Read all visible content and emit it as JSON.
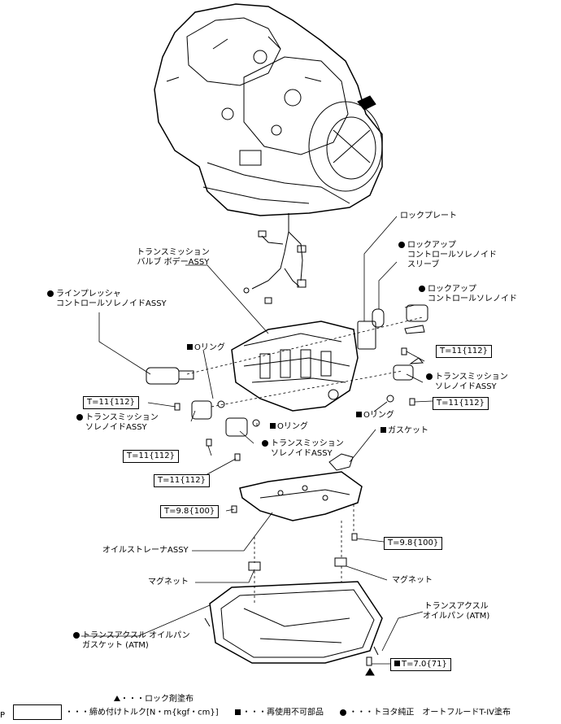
{
  "labels": {
    "lock_plate": "ロックプレート",
    "lockup_sleeve": [
      "ロックアップ",
      "コントロールソレノイド",
      "スリーブ"
    ],
    "valve_body": [
      "トランスミッション",
      "バルブ ボデーASSY"
    ],
    "lockup_solenoid": [
      "ロックアップ",
      "コントロールソレノイド"
    ],
    "line_pressure": [
      "ラインプレッシャ",
      "コントロールソレノイドASSY"
    ],
    "oring_1": "Oリング",
    "trans_solenoid_right": [
      "トランスミッション",
      "ソレノイドASSY"
    ],
    "trans_solenoid_left": [
      "トランスミッション",
      "ソレノイドASSY"
    ],
    "oring_2": "Oリング",
    "oring_3": "Oリング",
    "trans_solenoid_mid": [
      "トランスミッション",
      "ソレノイドASSY"
    ],
    "gasket": "ガスケット",
    "strainer": "オイルストレーナASSY",
    "magnet_left": "マグネット",
    "magnet_right": "マグネット",
    "oil_pan": [
      "トランスアクスル",
      "オイルパン (ATM)"
    ],
    "pan_gasket": [
      "トランスアクスル オイルパン",
      "ガスケット (ATM)"
    ]
  },
  "torques": {
    "t1": "T=11{112}",
    "t2": "T=11{112}",
    "t3": "T=11{112}",
    "t4": "T=11{112}",
    "t5": "T=11{112}",
    "t6": "T=9.8{100}",
    "t7": "T=9.8{100}",
    "t8": "T=7.0{71}"
  },
  "legend": {
    "lock_agent": "・・・ロック剤塗布",
    "torque": "・・・締め付けトルク[N・m{kgf・cm}]",
    "non_reusable": "・・・再使用不可部品",
    "toyota_fluid": "・・・トヨタ純正　オートフルードT-IV塗布",
    "corner": "P"
  },
  "symbols": {
    "dot": "toyota-fluid-bullet",
    "square": "non-reusable-bullet",
    "triangle": "lock-agent-bullet"
  }
}
